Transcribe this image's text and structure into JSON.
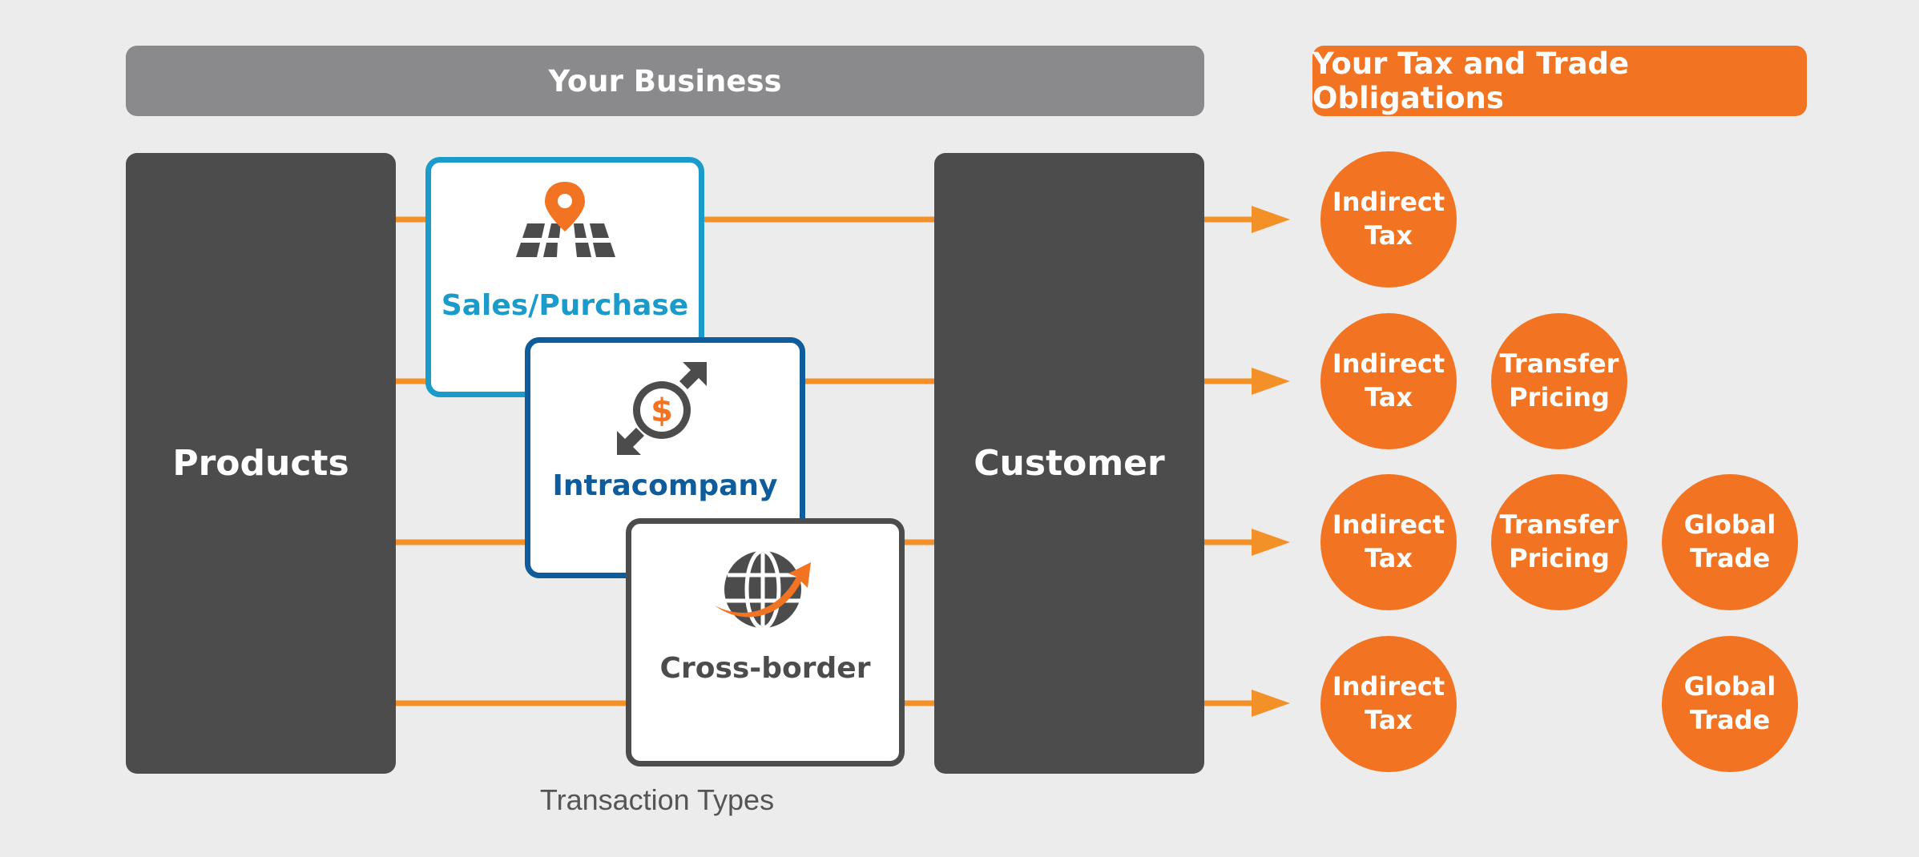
{
  "headers": {
    "business": "Your Business",
    "obligations": "Your Tax and Trade Obligations"
  },
  "columns": {
    "products": "Products",
    "customer": "Customer"
  },
  "transaction_types": {
    "label": "Transaction Types",
    "sales": {
      "label": "Sales/Purchase",
      "icon": "map-pin-icon"
    },
    "intracompany": {
      "label": "Intracompany",
      "icon": "dollar-exchange-icon"
    },
    "crossborder": {
      "label": "Cross-border",
      "icon": "globe-arrow-icon"
    }
  },
  "colors": {
    "orange": "#f27321",
    "sales_blue": "#1a9bc9",
    "intra_blue": "#0e5c9b",
    "dark_gray": "#4d4c4d",
    "header_gray": "#8a8a8c"
  },
  "obligations": {
    "r1": {
      "indirect": "Indirect\nTax"
    },
    "r2": {
      "indirect": "Indirect\nTax",
      "transfer": "Transfer\nPricing"
    },
    "r3": {
      "indirect": "Indirect\nTax",
      "transfer": "Transfer\nPricing",
      "global": "Global\nTrade"
    },
    "r4": {
      "indirect": "Indirect\nTax",
      "global": "Global\nTrade"
    }
  }
}
